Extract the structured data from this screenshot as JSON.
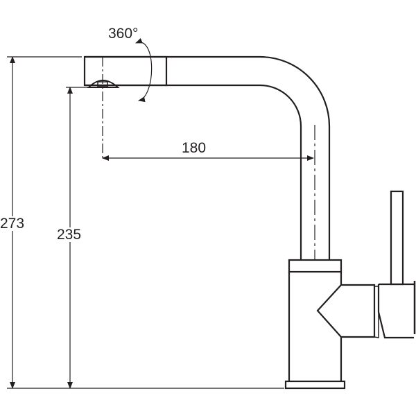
{
  "dimensions": {
    "total_height": "273",
    "spout_height": "235",
    "reach": "180",
    "rotation": "360°"
  },
  "colors": {
    "line": "#231f20",
    "background": "#ffffff"
  }
}
